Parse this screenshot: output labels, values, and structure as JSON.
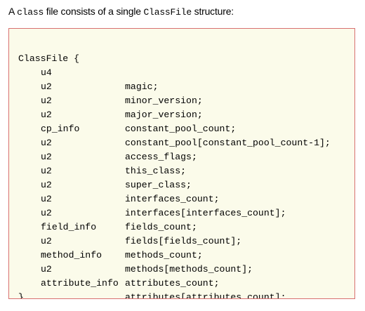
{
  "intro": {
    "prefix": "A ",
    "code1": "class",
    "middle": " file consists of a single ",
    "code2": "ClassFile",
    "suffix": " structure:"
  },
  "code": {
    "open": "ClassFile {",
    "close": "}",
    "fields": [
      {
        "type": "u4",
        "name": "magic;"
      },
      {
        "type": "u2",
        "name": "minor_version;"
      },
      {
        "type": "u2",
        "name": "major_version;"
      },
      {
        "type": "u2",
        "name": "constant_pool_count;"
      },
      {
        "type": "cp_info",
        "name": "constant_pool[constant_pool_count-1];"
      },
      {
        "type": "u2",
        "name": "access_flags;"
      },
      {
        "type": "u2",
        "name": "this_class;"
      },
      {
        "type": "u2",
        "name": "super_class;"
      },
      {
        "type": "u2",
        "name": "interfaces_count;"
      },
      {
        "type": "u2",
        "name": "interfaces[interfaces_count];"
      },
      {
        "type": "u2",
        "name": "fields_count;"
      },
      {
        "type": "field_info",
        "name": "fields[fields_count];"
      },
      {
        "type": "u2",
        "name": "methods_count;"
      },
      {
        "type": "method_info",
        "name": "methods[methods_count];"
      },
      {
        "type": "u2",
        "name": "attributes_count;"
      },
      {
        "type": "attribute_info",
        "name": "attributes[attributes_count];"
      }
    ]
  },
  "colors": {
    "box_background": "#fbfbea",
    "box_border": "#d87070"
  }
}
